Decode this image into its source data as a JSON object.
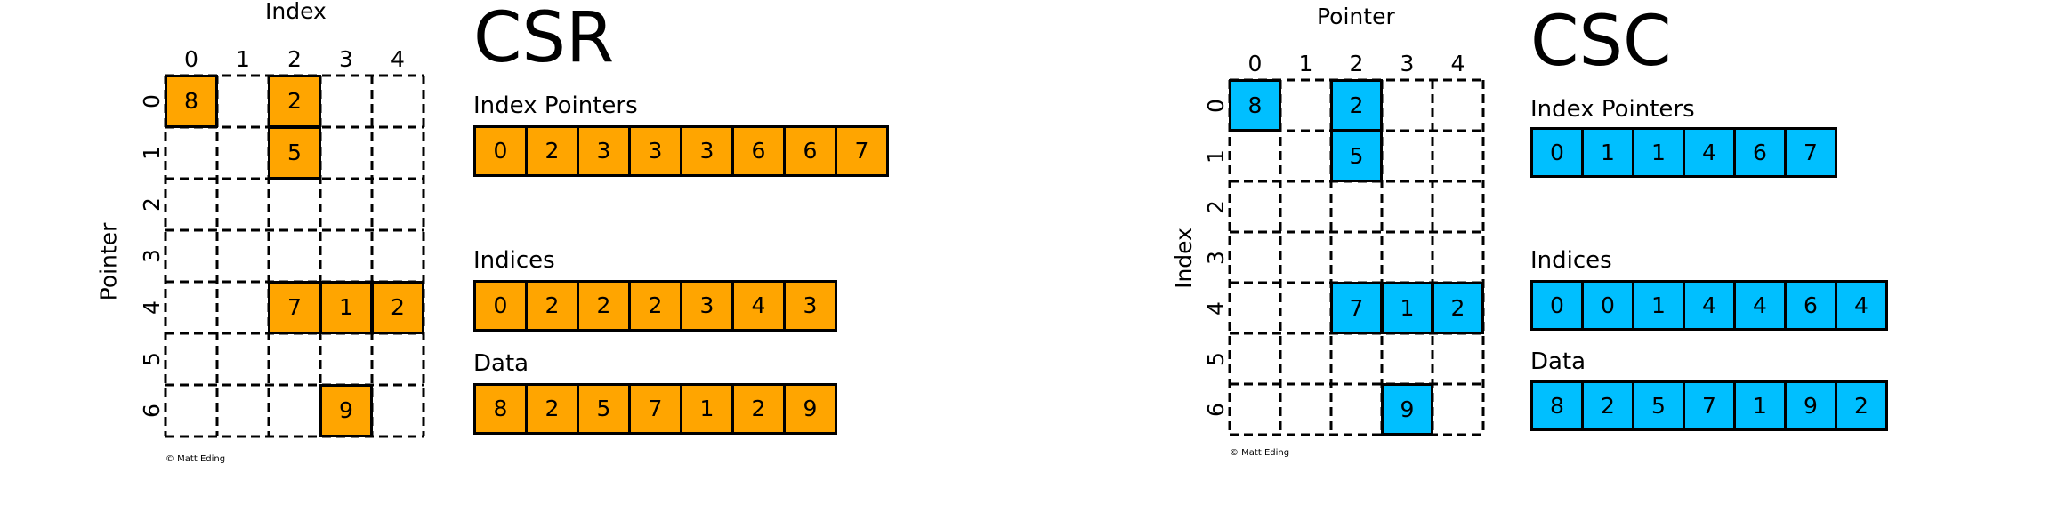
{
  "csr": {
    "title": "CSR",
    "top_axis": "Index",
    "side_axis": "Pointer",
    "col_labels": [
      "0",
      "1",
      "2",
      "3",
      "4"
    ],
    "row_labels": [
      "0",
      "1",
      "2",
      "3",
      "4",
      "5",
      "6"
    ],
    "cells": [
      {
        "r": 0,
        "c": 0,
        "v": "8"
      },
      {
        "r": 0,
        "c": 2,
        "v": "2"
      },
      {
        "r": 1,
        "c": 2,
        "v": "5"
      },
      {
        "r": 4,
        "c": 2,
        "v": "7"
      },
      {
        "r": 4,
        "c": 3,
        "v": "1"
      },
      {
        "r": 4,
        "c": 4,
        "v": "2"
      },
      {
        "r": 6,
        "c": 3,
        "v": "9"
      }
    ],
    "arrays": [
      {
        "label": "Index Pointers",
        "values": [
          "0",
          "2",
          "3",
          "3",
          "3",
          "6",
          "6",
          "7"
        ]
      },
      {
        "label": "Indices",
        "values": [
          "0",
          "2",
          "2",
          "2",
          "3",
          "4",
          "3"
        ]
      },
      {
        "label": "Data",
        "values": [
          "8",
          "2",
          "5",
          "7",
          "1",
          "2",
          "9"
        ]
      }
    ],
    "credit": "© Matt Eding",
    "color": "#FFA500"
  },
  "csc": {
    "title": "CSC",
    "top_axis": "Pointer",
    "side_axis": "Index",
    "col_labels": [
      "0",
      "1",
      "2",
      "3",
      "4"
    ],
    "row_labels": [
      "0",
      "1",
      "2",
      "3",
      "4",
      "5",
      "6"
    ],
    "cells": [
      {
        "r": 0,
        "c": 0,
        "v": "8"
      },
      {
        "r": 0,
        "c": 2,
        "v": "2"
      },
      {
        "r": 1,
        "c": 2,
        "v": "5"
      },
      {
        "r": 4,
        "c": 2,
        "v": "7"
      },
      {
        "r": 4,
        "c": 3,
        "v": "1"
      },
      {
        "r": 4,
        "c": 4,
        "v": "2"
      },
      {
        "r": 6,
        "c": 3,
        "v": "9"
      }
    ],
    "arrays": [
      {
        "label": "Index Pointers",
        "values": [
          "0",
          "1",
          "1",
          "4",
          "6",
          "7"
        ]
      },
      {
        "label": "Indices",
        "values": [
          "0",
          "0",
          "1",
          "4",
          "4",
          "6",
          "4"
        ]
      },
      {
        "label": "Data",
        "values": [
          "8",
          "2",
          "5",
          "7",
          "1",
          "9",
          "2"
        ]
      }
    ],
    "credit": "© Matt Eding",
    "color": "#00BFFF"
  }
}
